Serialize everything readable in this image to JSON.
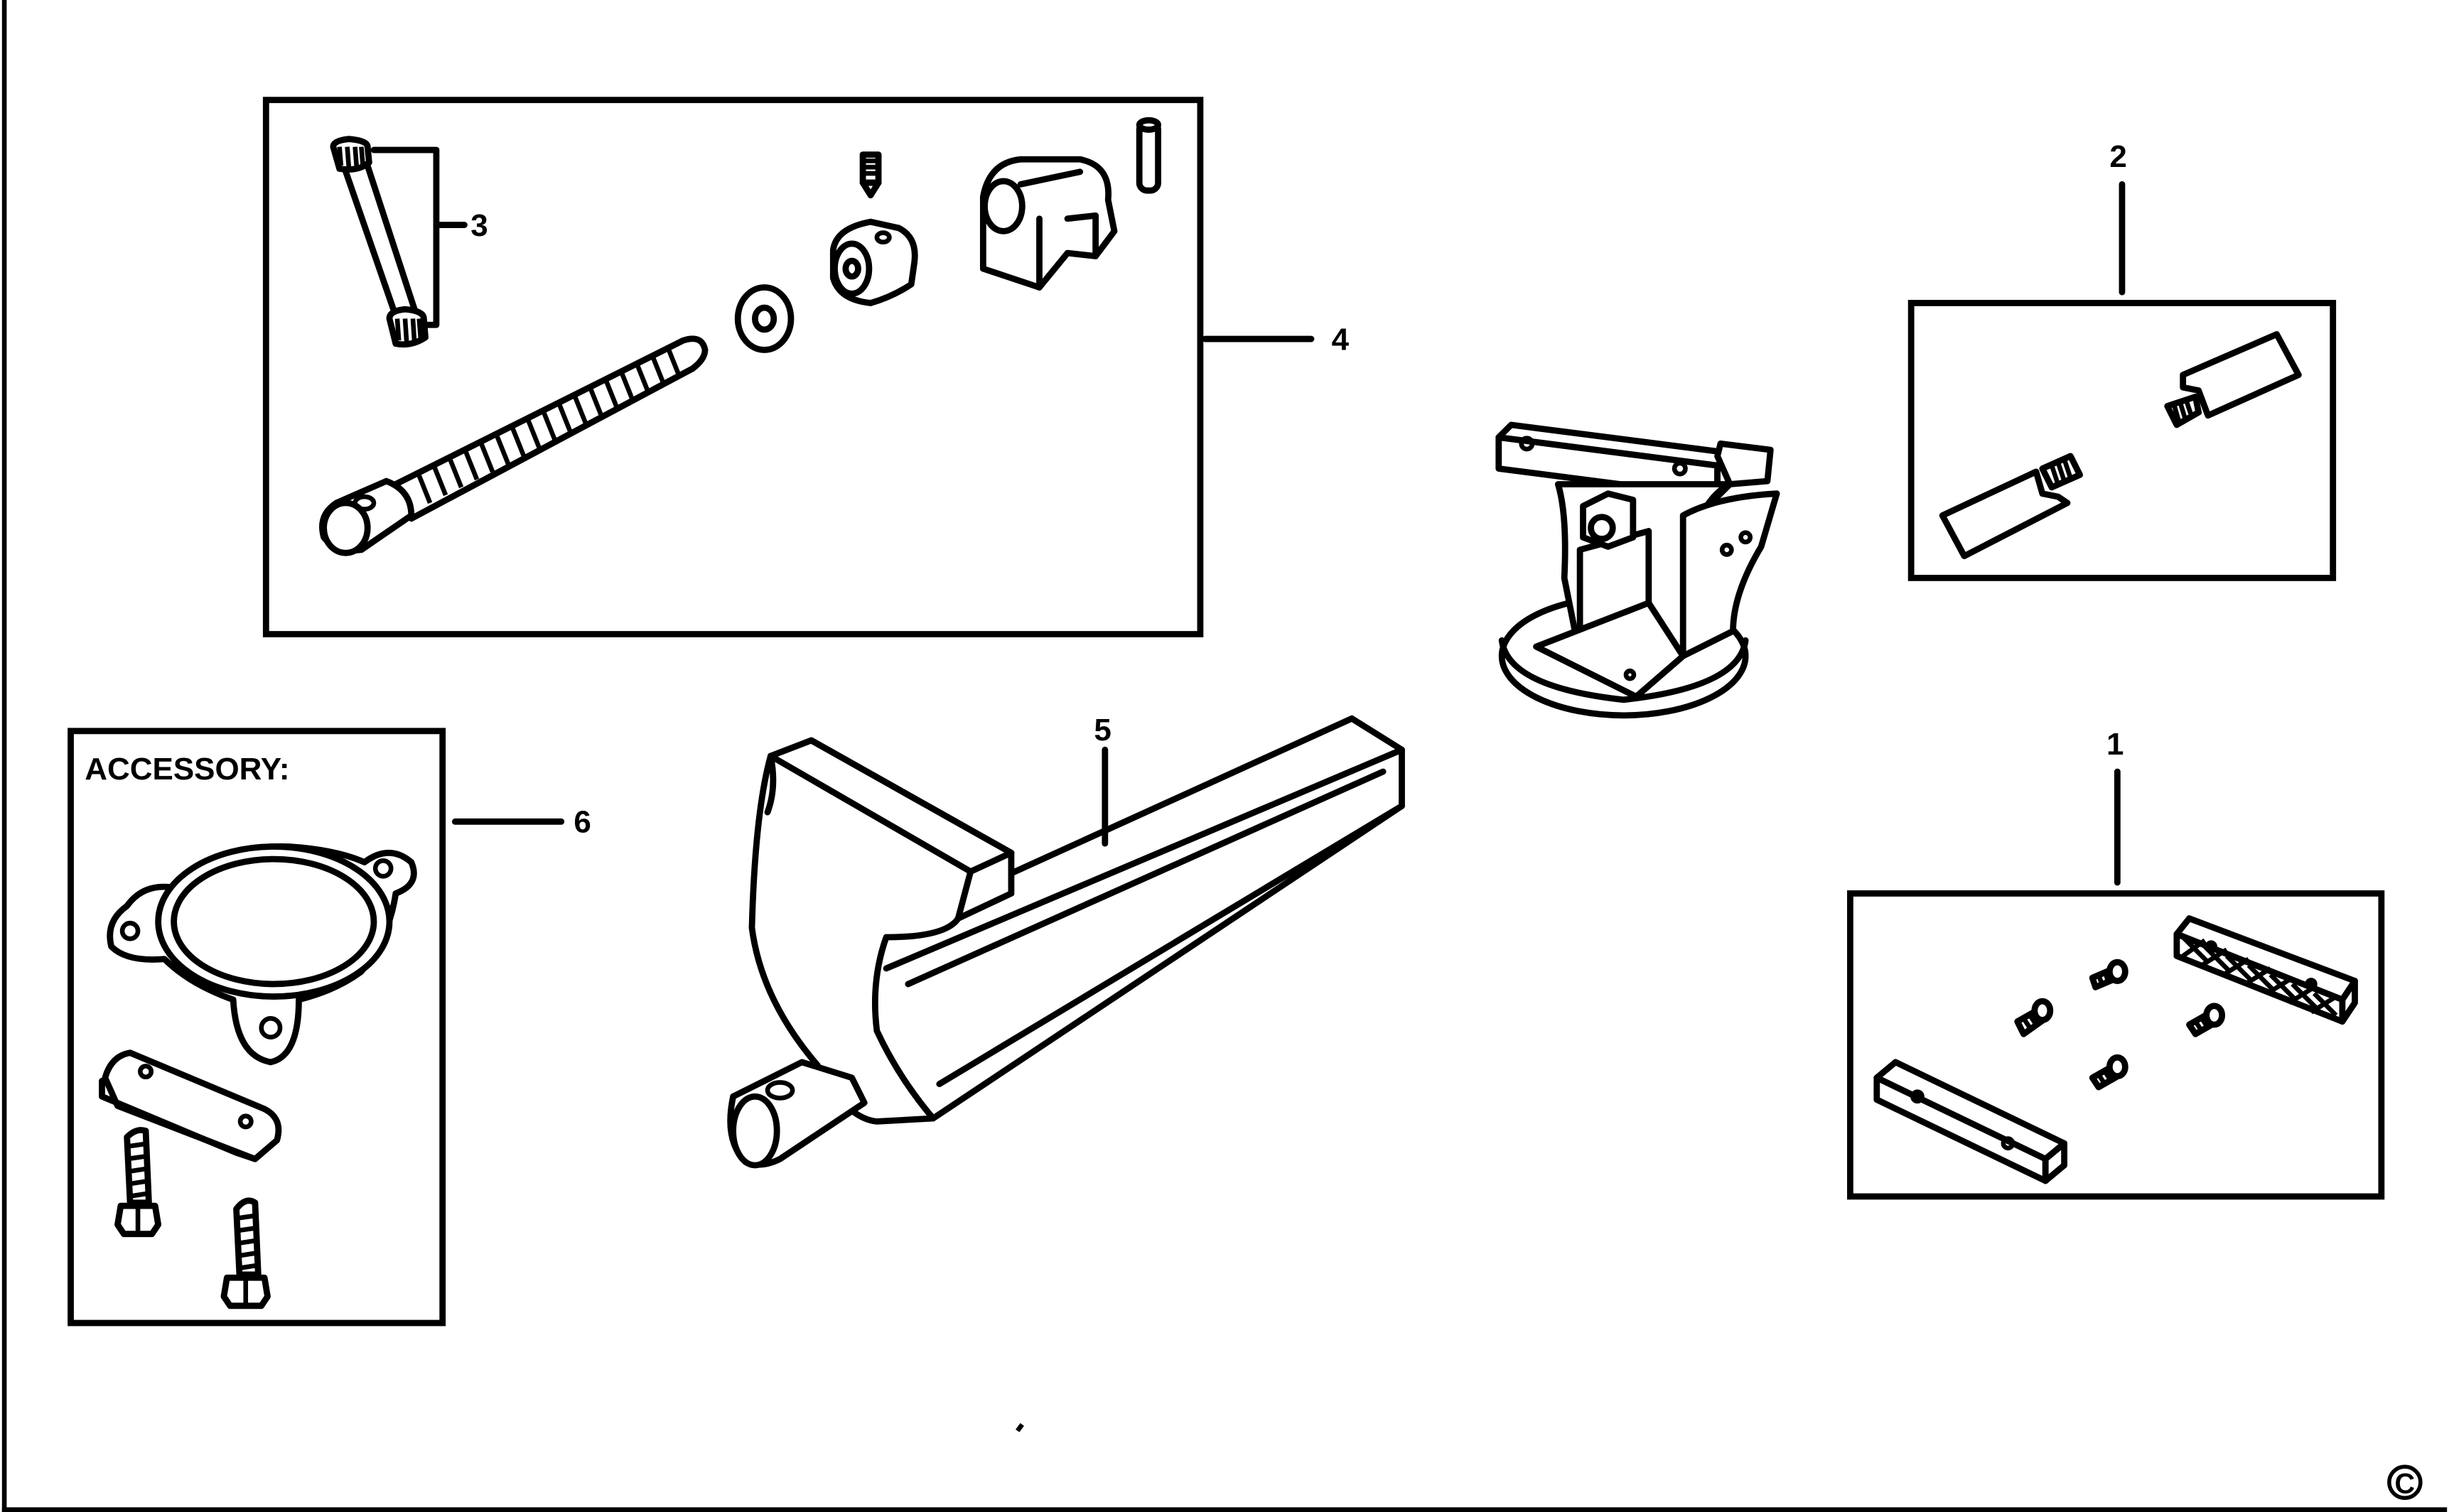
{
  "diagram": {
    "callouts": [
      {
        "id": "1",
        "label": "1"
      },
      {
        "id": "2",
        "label": "2"
      },
      {
        "id": "3",
        "label": "3"
      },
      {
        "id": "4",
        "label": "4"
      },
      {
        "id": "5",
        "label": "5"
      },
      {
        "id": "6",
        "label": "6"
      }
    ],
    "accessory_heading": "ACCESSORY:",
    "copyright_mark": "C"
  }
}
